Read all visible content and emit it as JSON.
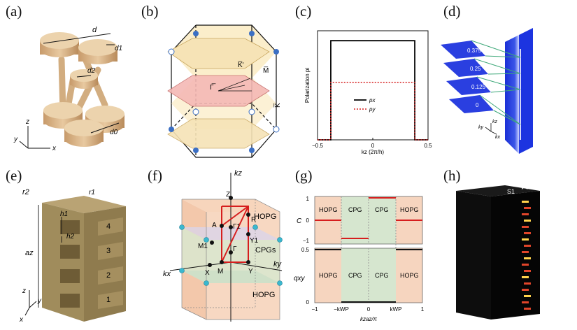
{
  "panels": {
    "a": {
      "label": "(a)",
      "dims": [
        "d",
        "d1",
        "d2",
        "d0"
      ],
      "axes": [
        "z",
        "y",
        "x"
      ]
    },
    "b": {
      "label": "(b)",
      "points": [
        "K̅'",
        "M̅",
        "Γ̅",
        "K̅"
      ]
    },
    "c": {
      "label": "(c)"
    },
    "d": {
      "label": "(d)",
      "slices": [
        "0.375",
        "0.25",
        "0.125",
        "0"
      ],
      "axes": [
        "kz",
        "ky",
        "kx"
      ]
    },
    "e": {
      "label": "(e)",
      "dims": [
        "r2",
        "r1",
        "h1",
        "h2",
        "az"
      ],
      "layers": [
        "4",
        "3",
        "2",
        "1"
      ],
      "axes": [
        "z",
        "y",
        "x"
      ]
    },
    "f": {
      "label": "(f)",
      "axes": [
        "kz",
        "kx",
        "ky"
      ],
      "points": [
        "Z",
        "A",
        "R",
        "Γ1",
        "M1",
        "Y1",
        "Γ",
        "X",
        "M",
        "Y"
      ],
      "regions": [
        "HOPG",
        "CPGs",
        "HOPG"
      ]
    },
    "g": {
      "label": "(g)",
      "top_regions": [
        "HOPG",
        "CPG",
        "CPG",
        "HOPG"
      ],
      "bottom_regions": [
        "HOPG",
        "CPG",
        "CPG",
        "HOPG"
      ],
      "top_ylabel": "C",
      "bottom_ylabel": "qxy",
      "top_yticks": [
        "1",
        "0",
        "−1"
      ],
      "bottom_yticks": [
        "0.5",
        "0"
      ],
      "xticks": [
        "−1",
        "−kWP",
        "0",
        "kWP",
        "1"
      ],
      "xlabel": "kzaz/π"
    },
    "h": {
      "label": "(h)",
      "marker": "S1"
    }
  },
  "chart_data": {
    "type": "line",
    "xlabel": "kz (2π/h)",
    "ylabel": "Polarization pi",
    "xlim": [
      -0.5,
      0.5
    ],
    "ylim": [
      0,
      0.55
    ],
    "xticks": [
      "−0.5",
      "0",
      "0.5"
    ],
    "series": [
      {
        "name": "px",
        "color": "#000000",
        "style": "solid",
        "x": [
          -0.5,
          -0.38,
          -0.38,
          0.38,
          0.38,
          0.5
        ],
        "y": [
          0,
          0,
          0.5,
          0.5,
          0,
          0
        ]
      },
      {
        "name": "py",
        "color": "#d62020",
        "style": "dotted",
        "x": [
          -0.5,
          -0.38,
          -0.38,
          0.38,
          0.38,
          0.5
        ],
        "y": [
          0,
          0,
          0.29,
          0.29,
          0,
          0
        ]
      }
    ]
  }
}
